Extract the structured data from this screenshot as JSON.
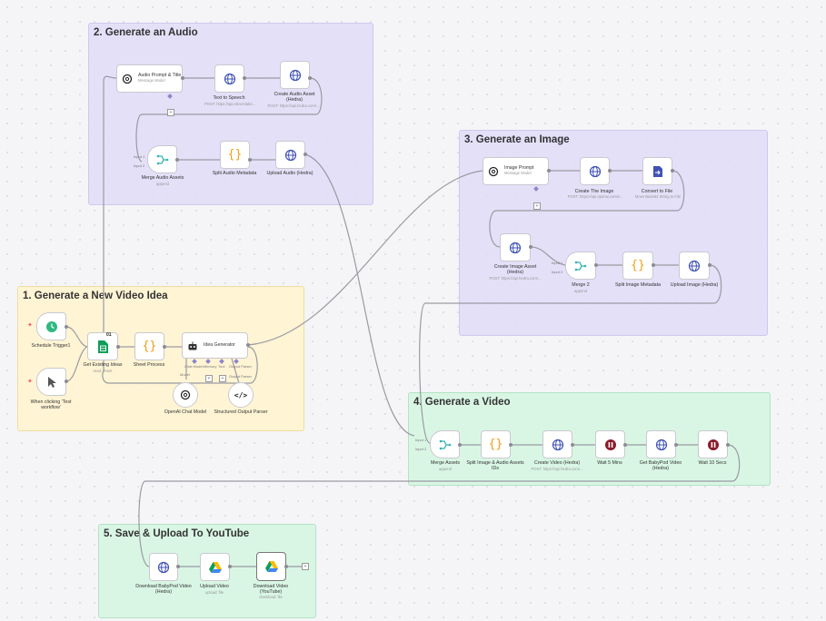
{
  "groups": {
    "g1": "1. Generate a New Video Idea",
    "g2": "2. Generate an Audio",
    "g3": "3. Generate an Image",
    "g4": "4. Generate a Video",
    "g5": "5. Save & Upload To YouTube"
  },
  "nodes": {
    "audio_prompt": {
      "title": "Audio Prompt & Title",
      "sub": "Message Model"
    },
    "tts": {
      "label": "Text to Speech",
      "sub": "POST: https://api.elevenlabs..."
    },
    "create_audio": {
      "label": "Create Audio Asset (Hedra)",
      "sub": "POST: https://api.hedra.com/..."
    },
    "merge_audio": {
      "label": "Merge Audio Assets",
      "sub": "append"
    },
    "split_audio": {
      "label": "Split Audio Metadata"
    },
    "upload_audio": {
      "label": "Upload Audio (Hedra)"
    },
    "image_prompt": {
      "title": "Image Prompt",
      "sub": "Message Model"
    },
    "create_image": {
      "label": "Create The Image",
      "sub": "POST: https://api.openai.com/v..."
    },
    "convert_file": {
      "label": "Convert to File",
      "sub": "Move Base64 String to File"
    },
    "create_image_asset": {
      "label": "Create Image Asset (Hedra)",
      "sub": "POST: https://api.hedra.com/..."
    },
    "merge2": {
      "label": "Merge 2",
      "sub": "append"
    },
    "split_image": {
      "label": "Split Image Metadata"
    },
    "upload_image": {
      "label": "Upload Image (Hedra)"
    },
    "schedule": {
      "label": "Schedule Trigger1"
    },
    "manual": {
      "label": "When clicking 'Test workflow'"
    },
    "existing": {
      "label": "Get Existing Ideas",
      "sub": "read: sheet",
      "badge": "01"
    },
    "sheet_process": {
      "label": "Sheet Process"
    },
    "idea_gen": {
      "title": "Idea Generator"
    },
    "openai_chat": {
      "label": "OpenAI Chat Model"
    },
    "parser": {
      "label": "Structured Output Parser"
    },
    "merge_assets": {
      "label": "Merge Assets",
      "sub": "append"
    },
    "split_ia": {
      "label": "Split Image & Audio Assets IDs"
    },
    "create_video": {
      "label": "Create Video (Hedra)",
      "sub": "POST: https://api.hedra.com/..."
    },
    "wait5": {
      "label": "Wait 5 Mins"
    },
    "get_video": {
      "label": "Get BabyPod Video (Hedra)"
    },
    "wait10": {
      "label": "Wait 10 Secs"
    },
    "download_babypod": {
      "label": "Download BabyPod Video (Hedra)"
    },
    "upload_video": {
      "label": "Upload Video",
      "sub": "upload: file"
    },
    "download_yt": {
      "label": "Download Video (YouTube)",
      "sub": "download: file"
    }
  },
  "ports": {
    "chat_model": "Chat Model",
    "memory": "Memory",
    "tool": "Tool",
    "output_parser": "Output Parser",
    "model": "Model",
    "input1": "Input 1",
    "input2": "Input 2"
  },
  "colors": {
    "purple_group": "#e1dcf8",
    "yellow_group": "#fff3d0",
    "green_group": "#d6f5e2",
    "http_blue": "#3f51b5",
    "code_orange": "#f39c12",
    "merge_teal": "#33b3b3",
    "wait_red": "#8b1a2b",
    "schedule_green": "#2eb87f",
    "sheets_green": "#0f9d58"
  }
}
